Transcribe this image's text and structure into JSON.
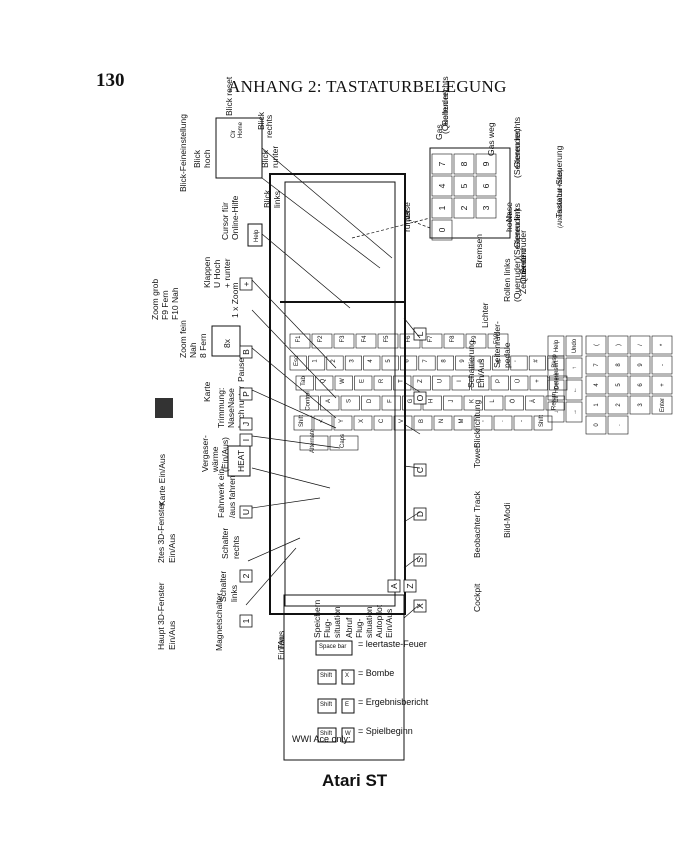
{
  "page": {
    "number": "130",
    "title": "ANHANG 2: TASTATURBELEGUNG",
    "footer": "Atari ST"
  },
  "ace": {
    "title": "WWI Ace only:",
    "rows": [
      {
        "key1": "Shift",
        "key2": "W",
        "text": "= Spielbeginn"
      },
      {
        "key1": "Shift",
        "key2": "E",
        "text": "= Ergebnisbericht"
      },
      {
        "key1": "Shift",
        "key2": "X",
        "text": "= Bombe"
      },
      {
        "key1": "Space bar",
        "key2": "",
        "text": "= leertaste-Feuer"
      }
    ]
  },
  "left_labels": {
    "haupt": [
      "Haupt 3D-Fenster",
      "Ein/Aus"
    ],
    "magnet": "Magnetschalter",
    "schalter_links": [
      "Schalter",
      "links"
    ],
    "zweites": [
      "2tes 3D-Fenster",
      "Ein/Aus"
    ],
    "schalter_rechts": [
      "Schalter",
      "rechts"
    ],
    "karte_ein": "Karte Ein/Aus",
    "fahrwerk": [
      "Fahrwerk ein-",
      "/aus fahren"
    ],
    "vergaser": [
      "Vergaser-",
      "wärme",
      "(Ein/Aus)"
    ],
    "heat": "HEAT",
    "karte": "Karte",
    "trimmung": [
      "Trimmung:",
      "Nase",
      "hoch"
    ],
    "nase_runter": [
      "Nase",
      "runter"
    ],
    "pause": "Pause",
    "zoom_fein": [
      "Zoom fein",
      "Nah",
      "8 Fern"
    ],
    "zoom_grob": [
      "Zoom grob",
      "F9 Fern",
      "F10 Nah"
    ],
    "x_zoom": "1 x Zoom",
    "zoom_8x": "8x",
    "klappen": [
      "Klappen",
      "U Hoch",
      "+ runter"
    ],
    "cursor": [
      "Cursor für",
      "Online-Hilfe"
    ],
    "help": "Help",
    "blick_fein": "Blick-Feineinstellung",
    "blick_hoch": [
      "Blick",
      "hoch"
    ],
    "blick_reset": "Blick reset",
    "blick_rechts": [
      "Blick",
      "rechts"
    ],
    "blick_runter": [
      "Blick",
      "runter"
    ],
    "blick_links": [
      "Blick",
      "links"
    ],
    "clr_home": [
      "Clr",
      "Home"
    ]
  },
  "bottom_labels": {
    "ton": [
      "Ton",
      "Ein/Aus"
    ],
    "speichern": [
      "Speichern",
      "Flug-",
      "situation"
    ],
    "abruf": [
      "Abruf",
      "Flug-",
      "situation"
    ],
    "autopilot": [
      "Autopilot",
      "Ein/Aus"
    ],
    "cockpit": "Cockpit",
    "beobachter": "Beobachter",
    "track": "Track",
    "tower": "Tower",
    "blickrichtung": "Blickrichtung",
    "bild_modi": "Bild-Modi",
    "schattierung": [
      "Schattierung",
      "Ein/Aus"
    ],
    "seitenruder": [
      "Seitenruder-",
      "pedale"
    ],
    "lichter": "Lichter",
    "bremsen": "Bremsen",
    "rollen_links": [
      "Rollen links",
      "(Querruder)"
    ],
    "zentrieren": [
      "Zentrieren",
      "Quer-und",
      "Seitenruder"
    ]
  },
  "keypad": {
    "gas": "Gas",
    "gas_weg": "Gas weg",
    "rollen_rechts": [
      "Rollen rechts",
      "(Querruder)"
    ],
    "nase_runter": [
      "Nase",
      "runter"
    ],
    "nase_hoch": [
      "Nase",
      "hoch"
    ],
    "gieren_rechts": [
      "Gieren rechts",
      "(Seitenruder)"
    ],
    "gieren_links": [
      "Gieren links",
      "(Seitenruder)"
    ],
    "tastatur": "Tastatur-Steuerung",
    "tastatur_sub": "(Alternative zur Maus)",
    "digits": [
      "7",
      "8",
      "9",
      "4",
      "5",
      "6",
      "1",
      "2",
      "3",
      "0"
    ]
  },
  "keys": {
    "one": "1",
    "two": "2",
    "u": "U",
    "i": "I",
    "p": "P",
    "b": "B",
    "plus": "+",
    "j": "J",
    "x": "X",
    "s": "S",
    "d": "D",
    "c": "C",
    "o": "O",
    "l": "L",
    "a": "A",
    "z": "Z",
    "q": "Q",
    "w": "W",
    "e": "E",
    "r": "R",
    "t": "T",
    "y": "Y",
    "f": "F",
    "g": "G",
    "h": "H",
    "k": "K",
    "v": "V",
    "n": "N",
    "m": "M"
  },
  "keyboard": {
    "row_num": [
      "Esc",
      "1",
      "2",
      "3",
      "4",
      "5",
      "6",
      "7",
      "8",
      "9",
      "0",
      "ß",
      "'",
      "#",
      "Bksp"
    ],
    "row_q": [
      "Tab",
      "Q",
      "W",
      "E",
      "R",
      "T",
      "Z",
      "U",
      "I",
      "O",
      "P",
      "Ü",
      "+",
      "Delete"
    ],
    "row_a": [
      "Control",
      "A",
      "S",
      "D",
      "F",
      "G",
      "H",
      "J",
      "K",
      "L",
      "Ö",
      "Ä",
      "Return"
    ],
    "row_y": [
      "Shift",
      "<",
      "Y",
      "X",
      "C",
      "V",
      "B",
      "N",
      "M",
      ",",
      ".",
      "-",
      "Shift"
    ],
    "row_space": [
      "Alternate",
      "Caps"
    ],
    "fkeys": [
      "F1",
      "F2",
      "F3",
      "F4",
      "F5",
      "F6",
      "F7",
      "F8",
      "F9",
      "F10"
    ],
    "nav": [
      "Help",
      "Undo",
      "Insert",
      "↑",
      "Clr Home",
      "←",
      "↓",
      "→"
    ],
    "numpad": [
      "(",
      ")",
      "/",
      "*",
      "7",
      "8",
      "9",
      "-",
      "4",
      "5",
      "6",
      "+",
      "1",
      "2",
      "3",
      "Enter",
      "0",
      "."
    ]
  }
}
